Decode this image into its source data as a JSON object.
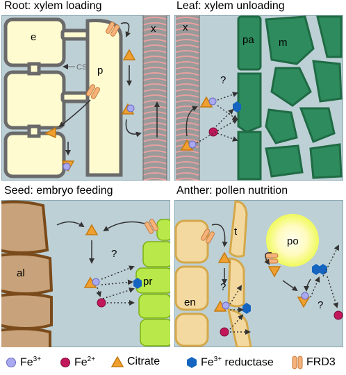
{
  "panels": {
    "root": {
      "title": "Root: xylem loading",
      "labels": {
        "e": "e",
        "p": "p",
        "cs": "CS",
        "x": "x"
      }
    },
    "leaf": {
      "title": "Leaf: xylem unloading",
      "labels": {
        "x": "x",
        "pa": "pa",
        "m": "m",
        "q": "?"
      }
    },
    "seed": {
      "title": "Seed: embryo feeding",
      "labels": {
        "al": "al",
        "pr": "pr",
        "q": "?"
      }
    },
    "anther": {
      "title": "Anther: pollen nutrition",
      "labels": {
        "t": "t",
        "en": "en",
        "po": "po",
        "q1": "?",
        "q2": "?"
      }
    }
  },
  "legend": {
    "fe3_base": "Fe",
    "fe3_sup": "3+",
    "fe2_base": "Fe",
    "fe2_sup": "2+",
    "citrate": "Citrate",
    "reductase_base": "Fe",
    "reductase_sup": "3+",
    "reductase_rest": " reductase",
    "frd3": "FRD3"
  },
  "colors": {
    "panel_bg": "#bdd0d6",
    "fe3": "#a9a9f0",
    "fe2": "#c2185b",
    "citrate": "#f0a030",
    "reductase": "#1565c0",
    "frd3": "#f5b27a",
    "root_cell": "#fffbd0",
    "leaf_cell": "#2e8b5e",
    "seed_al": "#c8a27a",
    "seed_pr": "#b8e84a",
    "anther_cell": "#f3d9a0",
    "pollen": "#fffde0"
  },
  "icons": [
    "fe3-circle-icon",
    "fe2-circle-icon",
    "citrate-triangle-icon",
    "reductase-hexagon-icon",
    "frd3-transporter-icon"
  ]
}
